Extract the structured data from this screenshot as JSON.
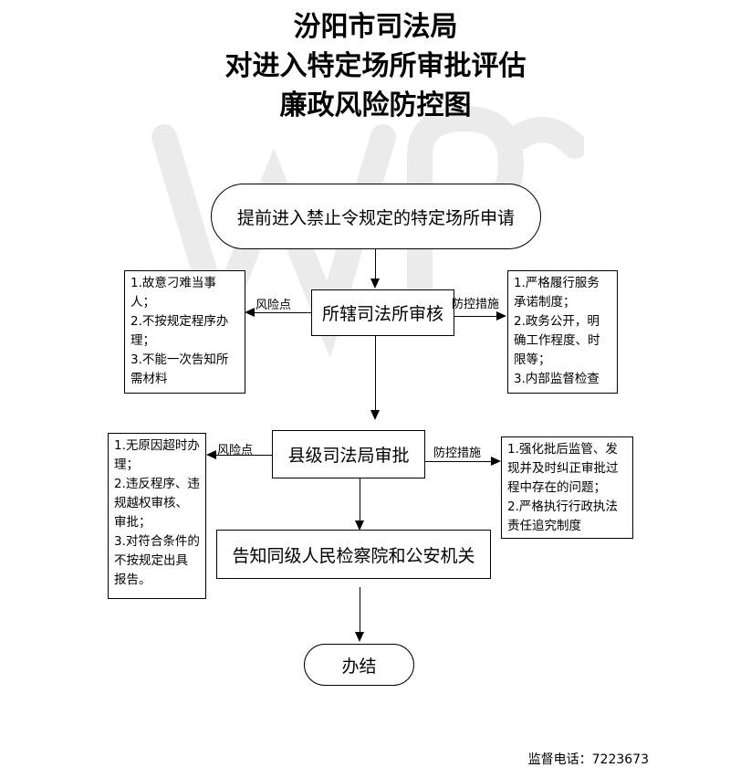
{
  "title": {
    "line1": "汾阳市司法局",
    "line2": "对进入特定场所审批评估",
    "line3": "廉政风险防控图"
  },
  "nodes": {
    "start": "提前进入禁止令规定的特定场所申请",
    "step1": "所辖司法所审核",
    "step2": "县级司法局审批",
    "step3": "告知同级人民检察院和公安机关",
    "end": "办结"
  },
  "risk1": {
    "label": "风险点",
    "items": [
      "1.故意刁难当事人；",
      "2.不按规定程序办理；",
      "3.不能一次告知所需材料"
    ]
  },
  "control1": {
    "label": "防控措施",
    "items": [
      "1.严格履行服务承诺制度；",
      "2.政务公开，明确工作程度、时限等；",
      "3.内部监督检查"
    ]
  },
  "risk2": {
    "label": "风险点",
    "items": [
      "1.无原因超时办理；",
      "2.违反程序、违规越权审核、审批；",
      "3.对符合条件的不按规定出具报告。"
    ]
  },
  "control2": {
    "label": "防控措施",
    "items": [
      "1.强化批后监管、发现并及时纠正审批过程中存在的问题；",
      "2.严格执行行政执法责任追究制度"
    ]
  },
  "footer": "监督电话：7223673"
}
